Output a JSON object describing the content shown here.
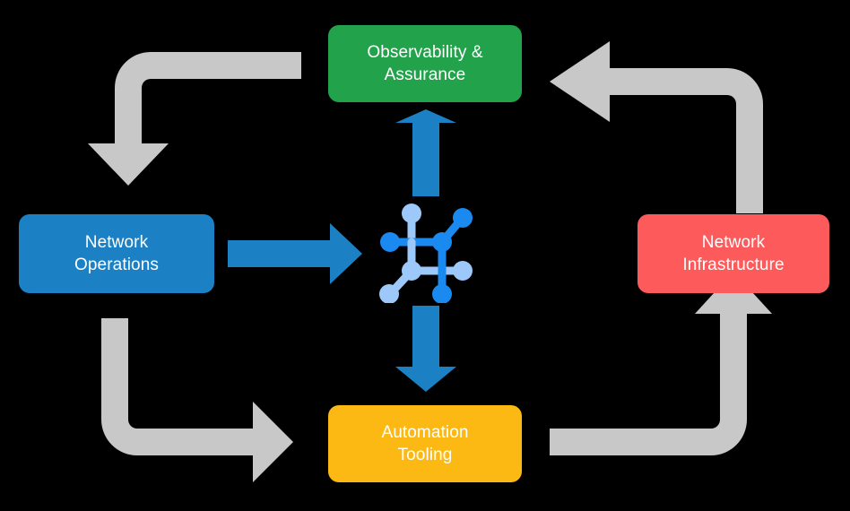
{
  "diagram": {
    "title": "Network automation lifecycle loop",
    "background_color": "#000000",
    "nodes": [
      {
        "id": "observability",
        "label": "Observability &\nAssurance",
        "color": "#22A css",
        "fill": "#22A24B",
        "position": "top"
      },
      {
        "id": "network-operations",
        "label": "Network\nOperations",
        "fill": "#1B81C4",
        "position": "left"
      },
      {
        "id": "network-infrastructure",
        "label": "Network\nInfrastructure",
        "fill": "#FD5B5B",
        "position": "right"
      },
      {
        "id": "automation-tooling",
        "label": "Automation\nTooling",
        "fill": "#FDB913",
        "position": "bottom"
      }
    ],
    "center_icon": {
      "name": "network-topology-icon",
      "node_color_primary": "#1A8AF0",
      "node_color_secondary": "#9CC9FA"
    },
    "arrows": {
      "primary_color": "#1B81C4",
      "secondary_color": "#C8C8C8",
      "straight": [
        {
          "id": "ops-to-center",
          "direction": "right"
        },
        {
          "id": "center-to-observability",
          "direction": "up"
        },
        {
          "id": "center-to-automation",
          "direction": "down"
        }
      ],
      "elbow": [
        {
          "id": "observability-to-operations",
          "direction": "left-then-down"
        },
        {
          "id": "infrastructure-to-observability",
          "direction": "up-then-left"
        },
        {
          "id": "operations-to-automation",
          "direction": "down-then-right"
        },
        {
          "id": "automation-to-infrastructure",
          "direction": "right-then-up"
        }
      ]
    }
  }
}
